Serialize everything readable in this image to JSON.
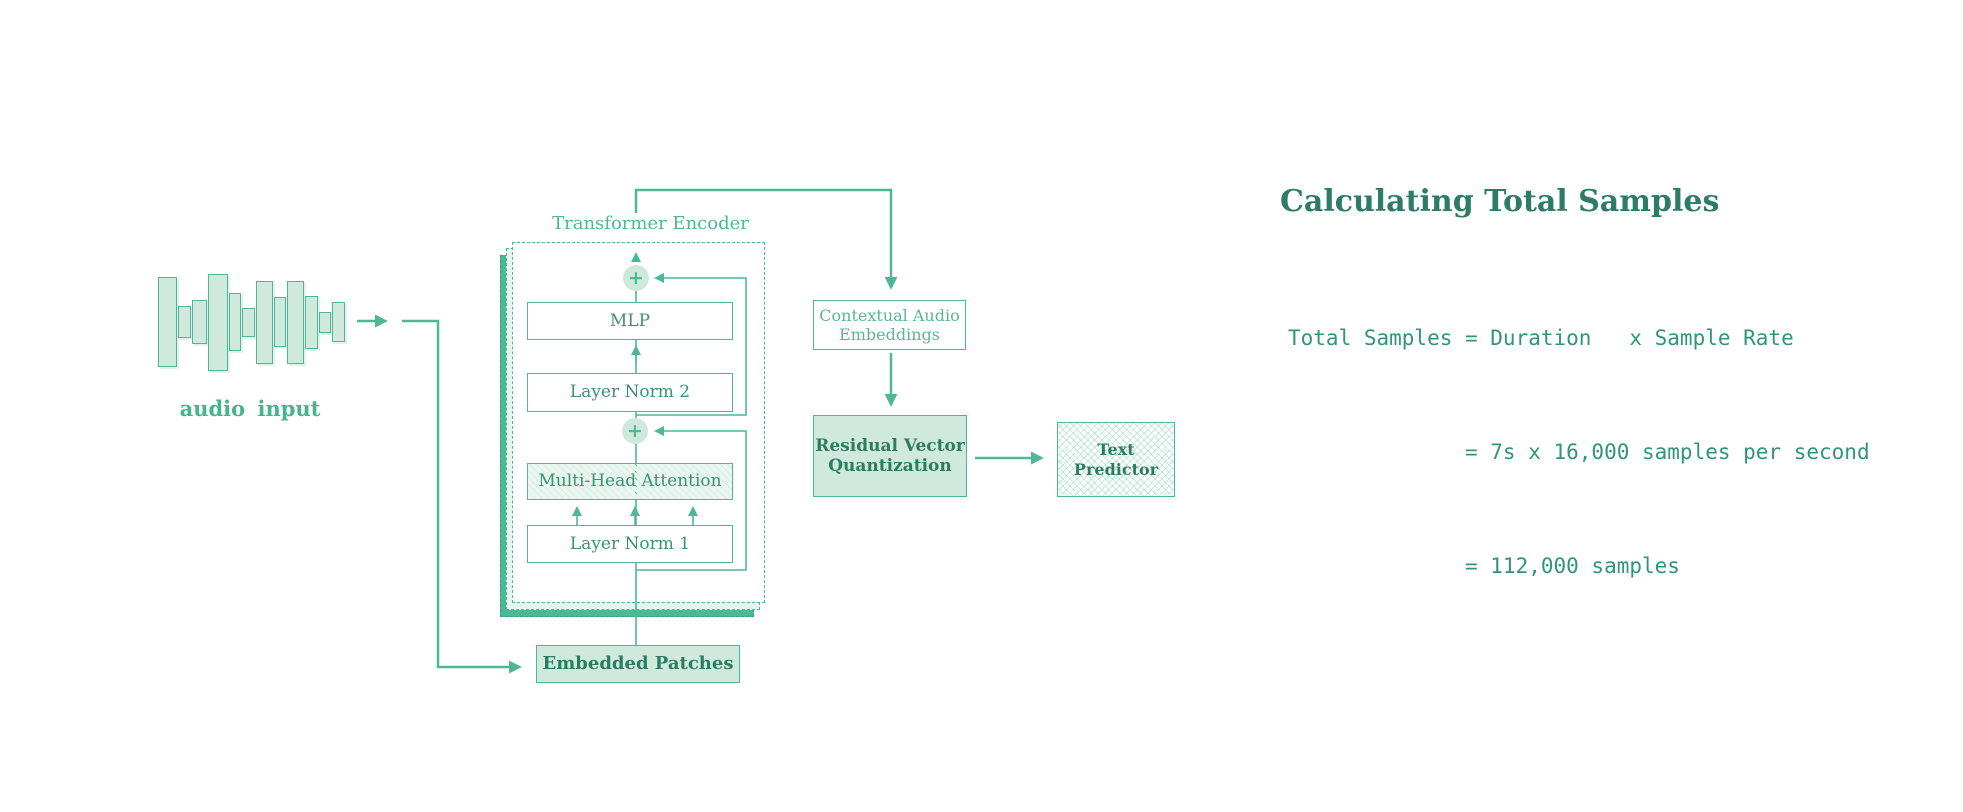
{
  "colors": {
    "stroke_green": "#4db796",
    "light_fill": "#cfe9dd",
    "plus_circle_fill": "#cfe8dc",
    "dark_label": "#2c7c63",
    "box_label": "#3c9175",
    "light_label": "#5ab795",
    "heading": "#2c7c66",
    "mono_text": "#2f967b",
    "background": "#ffffff"
  },
  "diagram": {
    "audio_input_label": "audio input",
    "encoder_title": "Transformer Encoder",
    "plus_symbol": "+",
    "boxes": {
      "mlp": "MLP",
      "layer_norm_2": "Layer Norm 2",
      "multi_head_attention": "Multi-Head Attention",
      "layer_norm_1": "Layer Norm 1",
      "embedded_patches": "Embedded Patches",
      "contextual_audio_embeddings": {
        "line1": "Contextual Audio",
        "line2": "Embeddings"
      },
      "residual_vector_quantization": {
        "line1": "Residual Vector",
        "line2": "Quantization"
      },
      "text_predictor": {
        "line1": "Text",
        "line2": "Predictor"
      }
    }
  },
  "waveform": {
    "bars": [
      {
        "w": 19,
        "h": 90
      },
      {
        "w": 13,
        "h": 32
      },
      {
        "w": 15,
        "h": 44
      },
      {
        "w": 20,
        "h": 97
      },
      {
        "w": 12,
        "h": 58
      },
      {
        "w": 13,
        "h": 29
      },
      {
        "w": 17,
        "h": 83
      },
      {
        "w": 12,
        "h": 50
      },
      {
        "w": 17,
        "h": 83
      },
      {
        "w": 13,
        "h": 53
      },
      {
        "w": 12,
        "h": 21
      },
      {
        "w": 13,
        "h": 40
      }
    ]
  },
  "notes": {
    "heading": "Calculating Total Samples",
    "equations": [
      "Total Samples = Duration   x Sample Rate",
      "              = 7s x 16,000 samples per second",
      "              = 112,000 samples"
    ]
  }
}
